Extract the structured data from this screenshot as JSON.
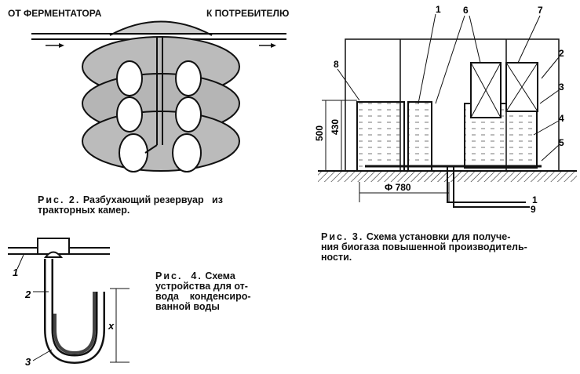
{
  "fig2": {
    "label_from": "ОТ ФЕРМЕНТАТОРА",
    "label_to": "К ПОТРЕБИТЕЛЮ",
    "caption_prefix": "Рис. 2.",
    "caption_line1": "Разбухающий резервуар   из",
    "caption_line2": "тракторных камер."
  },
  "fig3": {
    "callouts": [
      "1",
      "6",
      "7",
      "2",
      "3",
      "4",
      "5",
      "8",
      "1",
      "9"
    ],
    "dim_500": "500",
    "dim_430": "430",
    "dim_phi": "Ф 780",
    "caption_prefix": "Рис. 3.",
    "caption_line1": "Схема установки для получе-",
    "caption_line2": "ния биогаза повышенной производитель-",
    "caption_line3": "ности."
  },
  "fig4": {
    "callouts": [
      "1",
      "2",
      "3"
    ],
    "dim_x": "x",
    "caption_prefix": "Рис.  4.",
    "caption_line1": "Схема",
    "caption_line2": "устройства для от-",
    "caption_line3": "вода    конденсиро-",
    "caption_line4": "ванной воды"
  }
}
